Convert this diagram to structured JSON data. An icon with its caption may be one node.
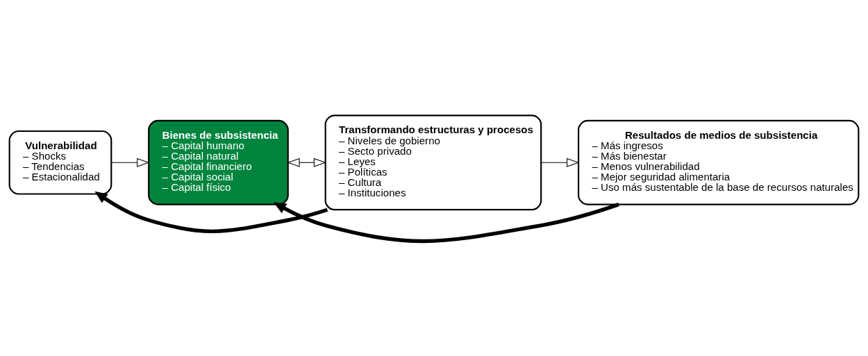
{
  "diagram": {
    "nodes": [
      {
        "text": [
          "Vulnerabilidad",
          "– Shocks",
          "– Tendencias",
          "– Estacionalidad"
        ]
      },
      {
        "text": [
          "Bienes de subsistencia",
          "– Capital humano",
          "– Capital natural",
          "– Capital financiero",
          "– Capital social",
          "– Capital físico"
        ]
      },
      {
        "text": [
          "Transformando estructuras y procesos",
          "– Niveles de gobierno",
          "– Secto privado",
          "– Leyes",
          "– Políticas",
          "– Cultura",
          "– Instituciones"
        ]
      },
      {
        "text": [
          "Resultados de medios de subsistencia",
          "– Más ingresos",
          "– Más bienestar",
          "– Menos vulnerabilidad",
          "– Mejor seguridad alimentaria",
          "– Uso más sustentable de la base de recursos naturales"
        ]
      }
    ],
    "edges": [
      {
        "from": 0,
        "to": 1,
        "arrow": "to"
      },
      {
        "from": 1,
        "to": 2,
        "arrow": "both"
      },
      {
        "from": 2,
        "to": 3,
        "arrow": "to"
      },
      {
        "from": 2,
        "to": 0,
        "arrow": "to",
        "style": "thick"
      },
      {
        "from": 3,
        "to": 1,
        "arrow": "to",
        "style": "thick"
      }
    ]
  }
}
